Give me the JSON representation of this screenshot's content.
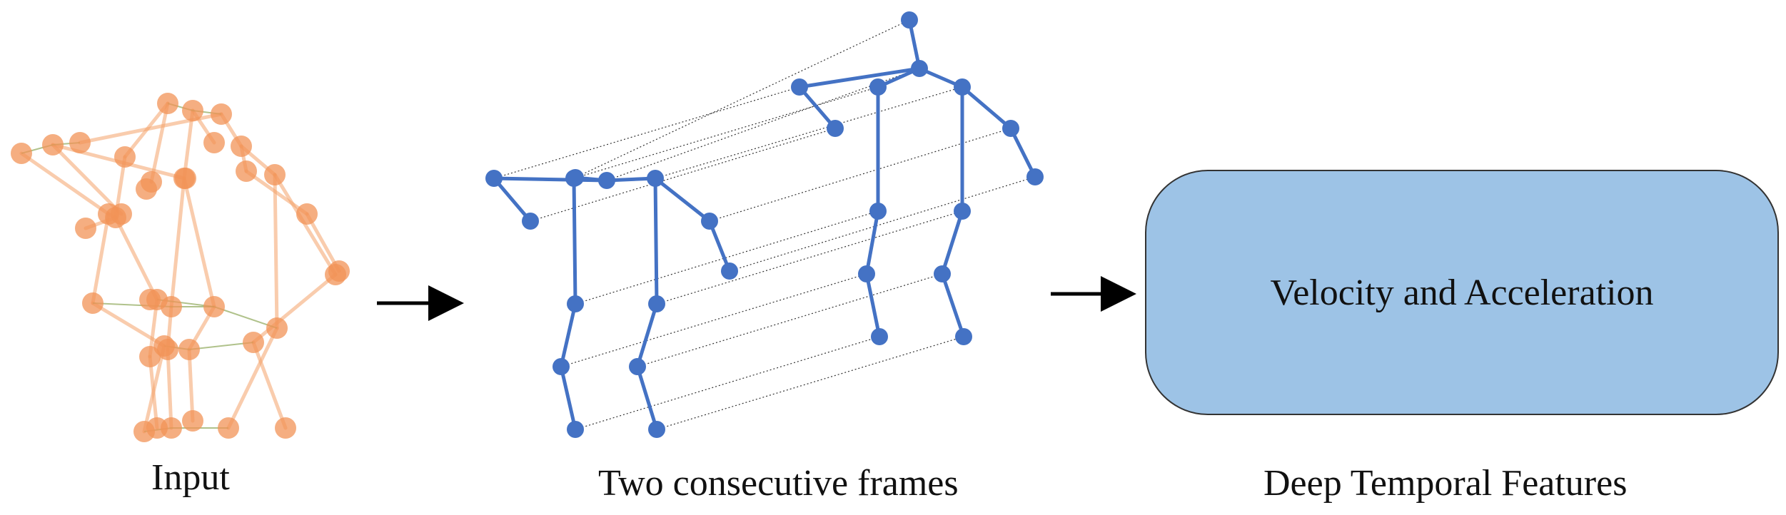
{
  "captions": {
    "input": "Input",
    "frames": "Two consecutive frames",
    "features": "Deep Temporal Features"
  },
  "result_box": {
    "label": "Velocity and Acceleration",
    "fill": "#9DC3E6"
  },
  "colors": {
    "input_skeleton": "#F4A26A",
    "input_joint": "#F29357",
    "frames_skeleton": "#4472C4",
    "arrow": "#000000",
    "connector_line": "#333333"
  }
}
